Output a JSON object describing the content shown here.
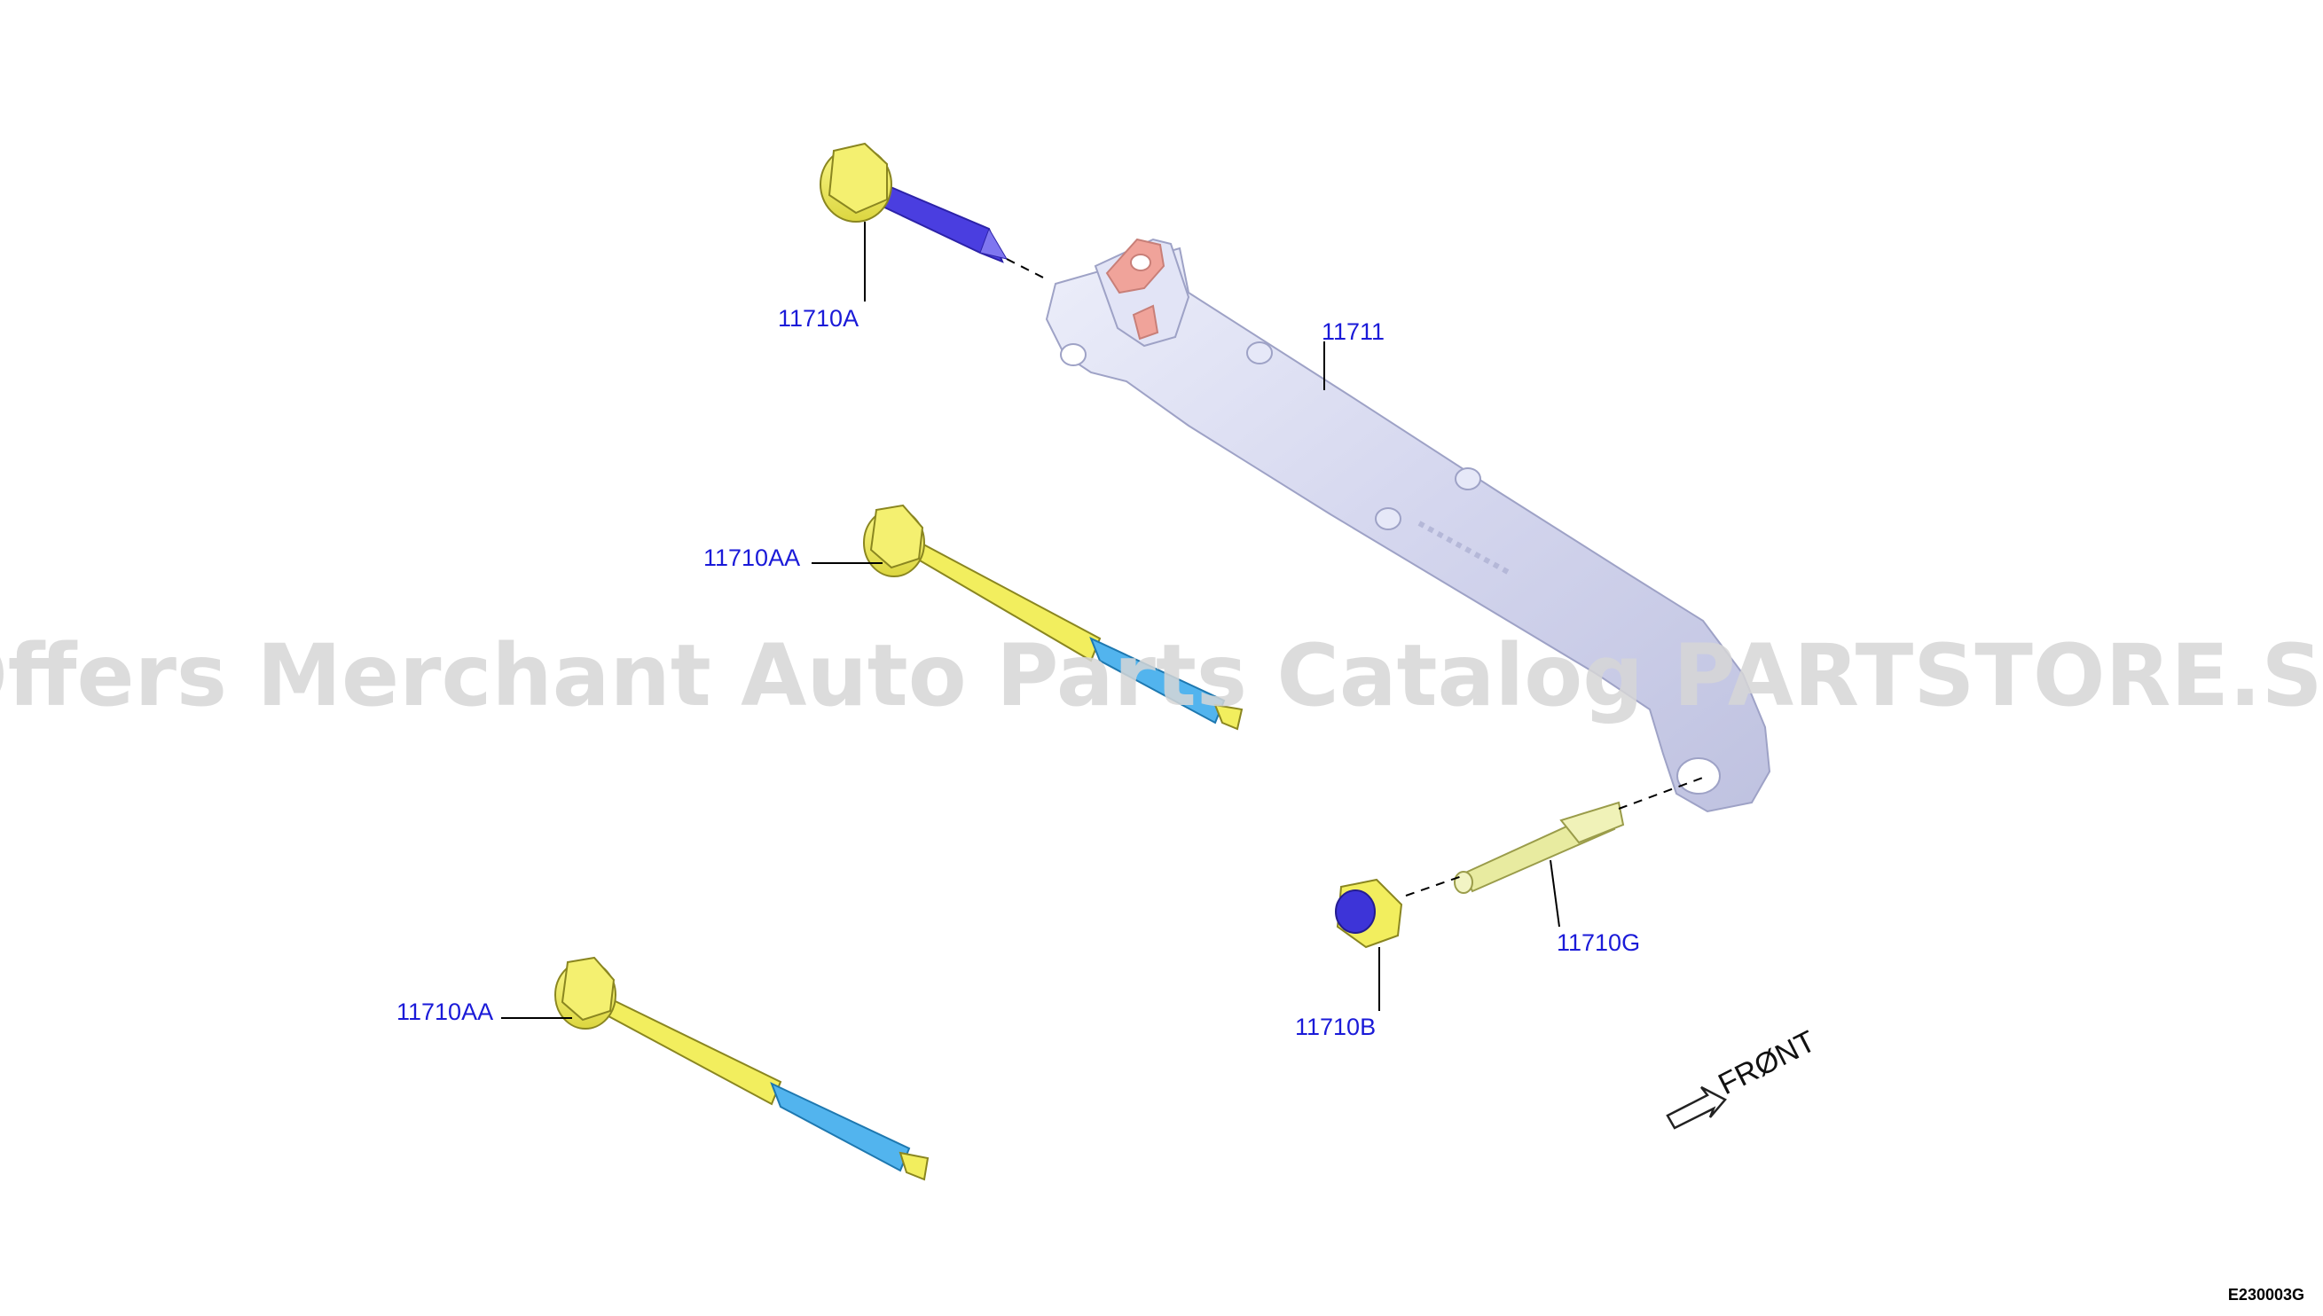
{
  "callouts": {
    "bolt_top": "11710A",
    "bracket": "11711",
    "bolt_long_upper": "11710AA",
    "bolt_long_lower": "11710AA",
    "stud": "11710G",
    "nut": "11710B"
  },
  "watermark": "Offers Merchant Auto Parts Catalog PARTSTORE.SA",
  "direction_label": "FRØNT",
  "figure_id": "E230003G",
  "colors": {
    "bolt_yellow": "#f2ee5e",
    "thread_blue": "#4a3ee0",
    "shank_cyan": "#52b4ee",
    "bracket_lavender": "#d8daf0",
    "bracket_pad": "#f0a39a",
    "callout_text": "#1a1ad8"
  },
  "icons": [
    "front-arrow-icon"
  ]
}
